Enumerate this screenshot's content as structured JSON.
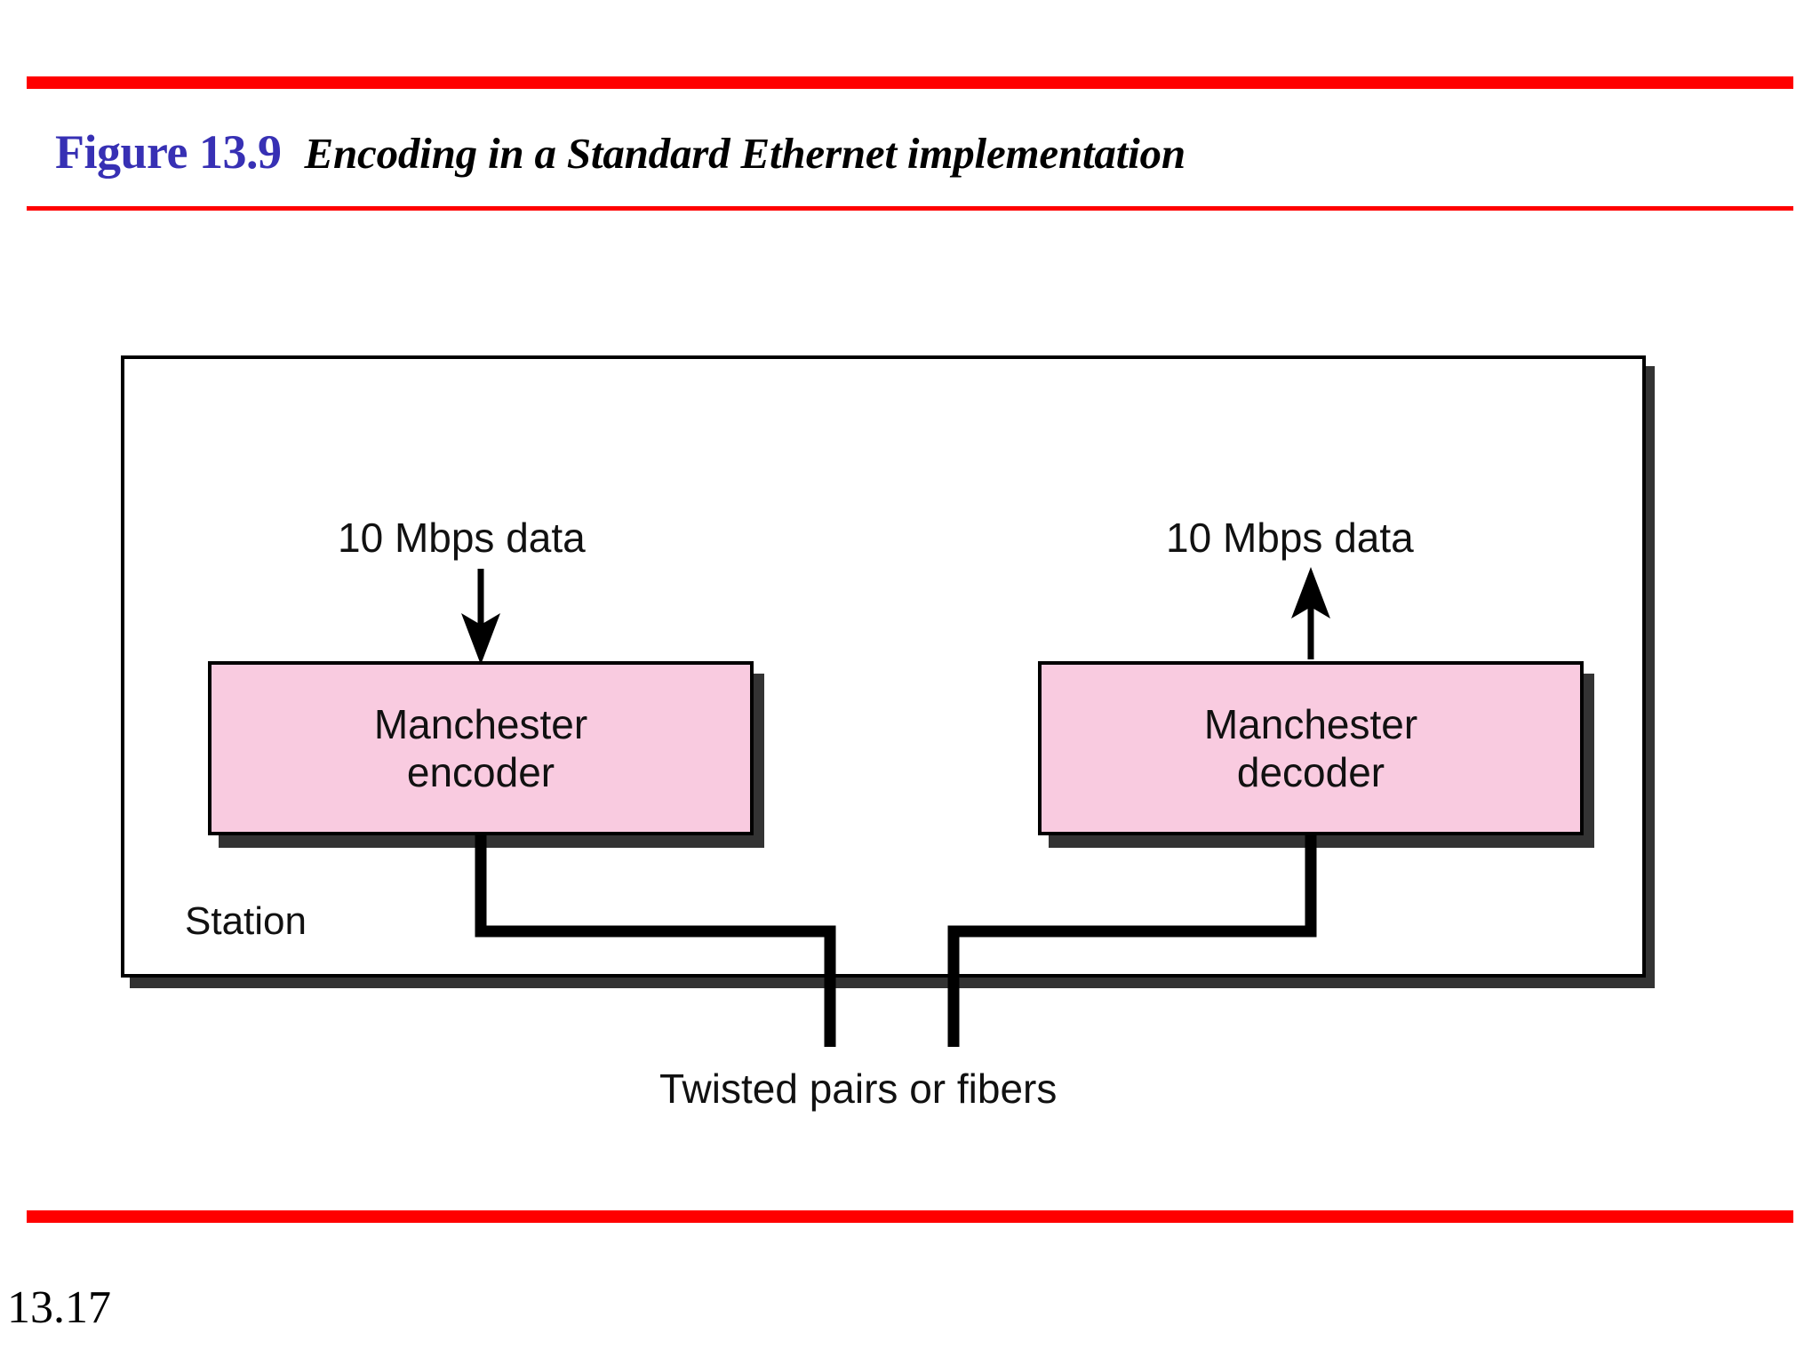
{
  "slide": {
    "page_number": "13.17",
    "accent_rule_color": "#FF0000",
    "figure_number_color": "#3730B4"
  },
  "title": {
    "figure_number": "Figure 13.9",
    "caption": "Encoding in a Standard Ethernet implementation"
  },
  "diagram": {
    "station": {
      "label": "Station",
      "border_color": "#000000",
      "fill_color": "#FFFFFF",
      "shadow_color": "#333333"
    },
    "blocks": [
      {
        "name": "manchester-encoder",
        "line1": "Manchester",
        "line2": "encoder",
        "fill_color": "#F9CBE0",
        "border_color": "#000000"
      },
      {
        "name": "manchester-decoder",
        "line1": "Manchester",
        "line2": "decoder",
        "fill_color": "#F9CBE0",
        "border_color": "#000000"
      }
    ],
    "rate_labels": [
      {
        "name": "input-rate",
        "text": "10 Mbps data",
        "direction": "down"
      },
      {
        "name": "output-rate",
        "text": "10 Mbps data",
        "direction": "up"
      }
    ],
    "medium_label": "Twisted pairs or fibers"
  }
}
